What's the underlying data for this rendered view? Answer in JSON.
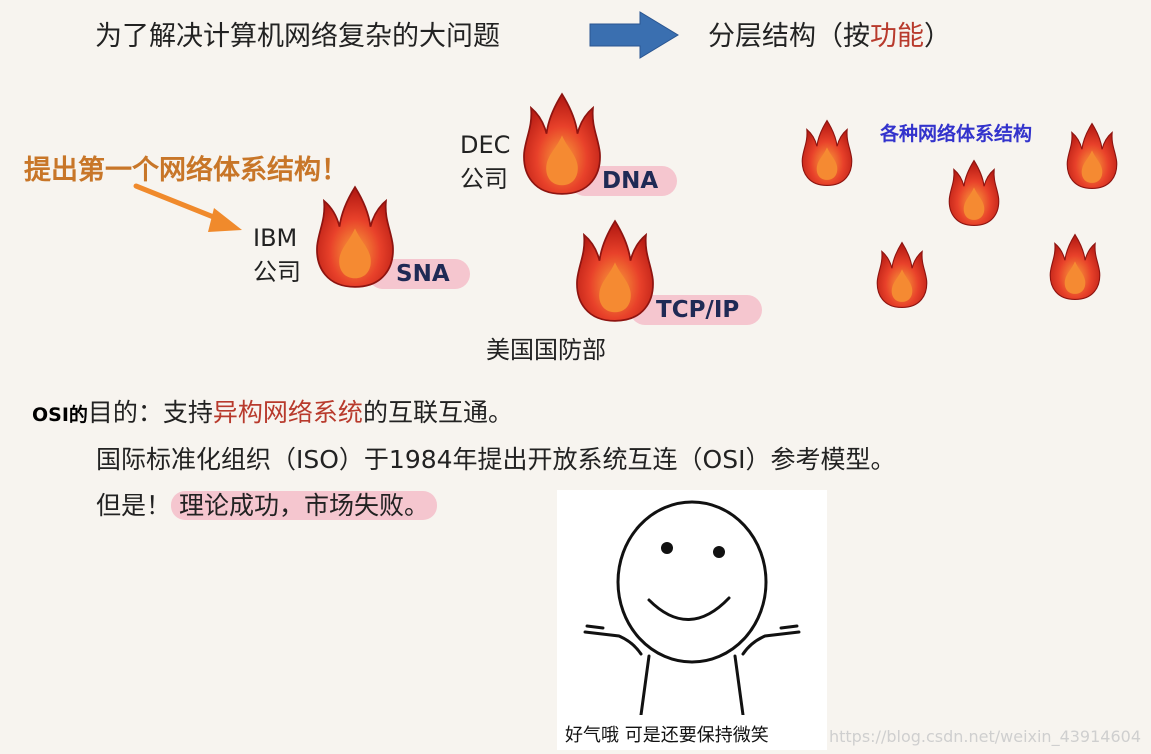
{
  "header": {
    "left": "为了解决计算机网络复杂的大问题",
    "right_pre": "分层结构（按",
    "right_red": "功能",
    "right_post": "）"
  },
  "callout": "提出第一个网络体系结构！",
  "networks": {
    "ibm_label_1": "IBM",
    "ibm_label_2": "公司",
    "sna": "SNA",
    "dec_label_1": "DEC",
    "dec_label_2": "公司",
    "dna": "DNA",
    "tcpip": "TCP/IP",
    "dod": "美国国防部",
    "various": "各种网络体系结构"
  },
  "text": {
    "osi_prefix": "OSI的",
    "line1_a": "目的：支持",
    "line1_red": "异构网络系统",
    "line1_b": "的互联互通。",
    "line2": "国际标准化组织（ISO）于1984年提出开放系统互连（OSI）参考模型。",
    "line3_a": "但是！",
    "line3_hl": "理论成功，市场失败。"
  },
  "meme_caption": "好气哦 可是还要保持微笑",
  "watermark": "https://blog.csdn.net/weixin_43914604",
  "colors": {
    "accent_red": "#b83a2c",
    "callout_orange": "#c87628",
    "blue_text": "#3333cc",
    "pill_pink": "#f5c6cf",
    "arrow_blue": "#3a6fb0"
  }
}
